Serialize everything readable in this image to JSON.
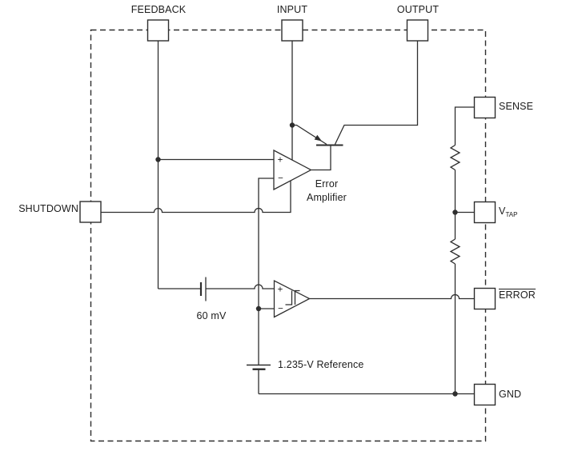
{
  "pins": {
    "feedback": "FEEDBACK",
    "input": "INPUT",
    "output": "OUTPUT",
    "shutdown": "SHUTDOWN",
    "sense": "SENSE",
    "vtap_base": "V",
    "vtap_subscript": "TAP",
    "error": "ERROR",
    "gnd": "GND"
  },
  "components": {
    "error_amplifier": {
      "line1": "Error",
      "line2": "Amplifier",
      "plus": "+",
      "minus": "−"
    },
    "comparator": {
      "plus": "+",
      "minus": "−"
    },
    "offset_label": "60 mV",
    "reference_label": "1.235-V Reference"
  },
  "colors": {
    "line": "#2e2e2e",
    "text": "#1c1c1c",
    "comparator_plus": "#3a5fae",
    "background": "#ffffff"
  }
}
